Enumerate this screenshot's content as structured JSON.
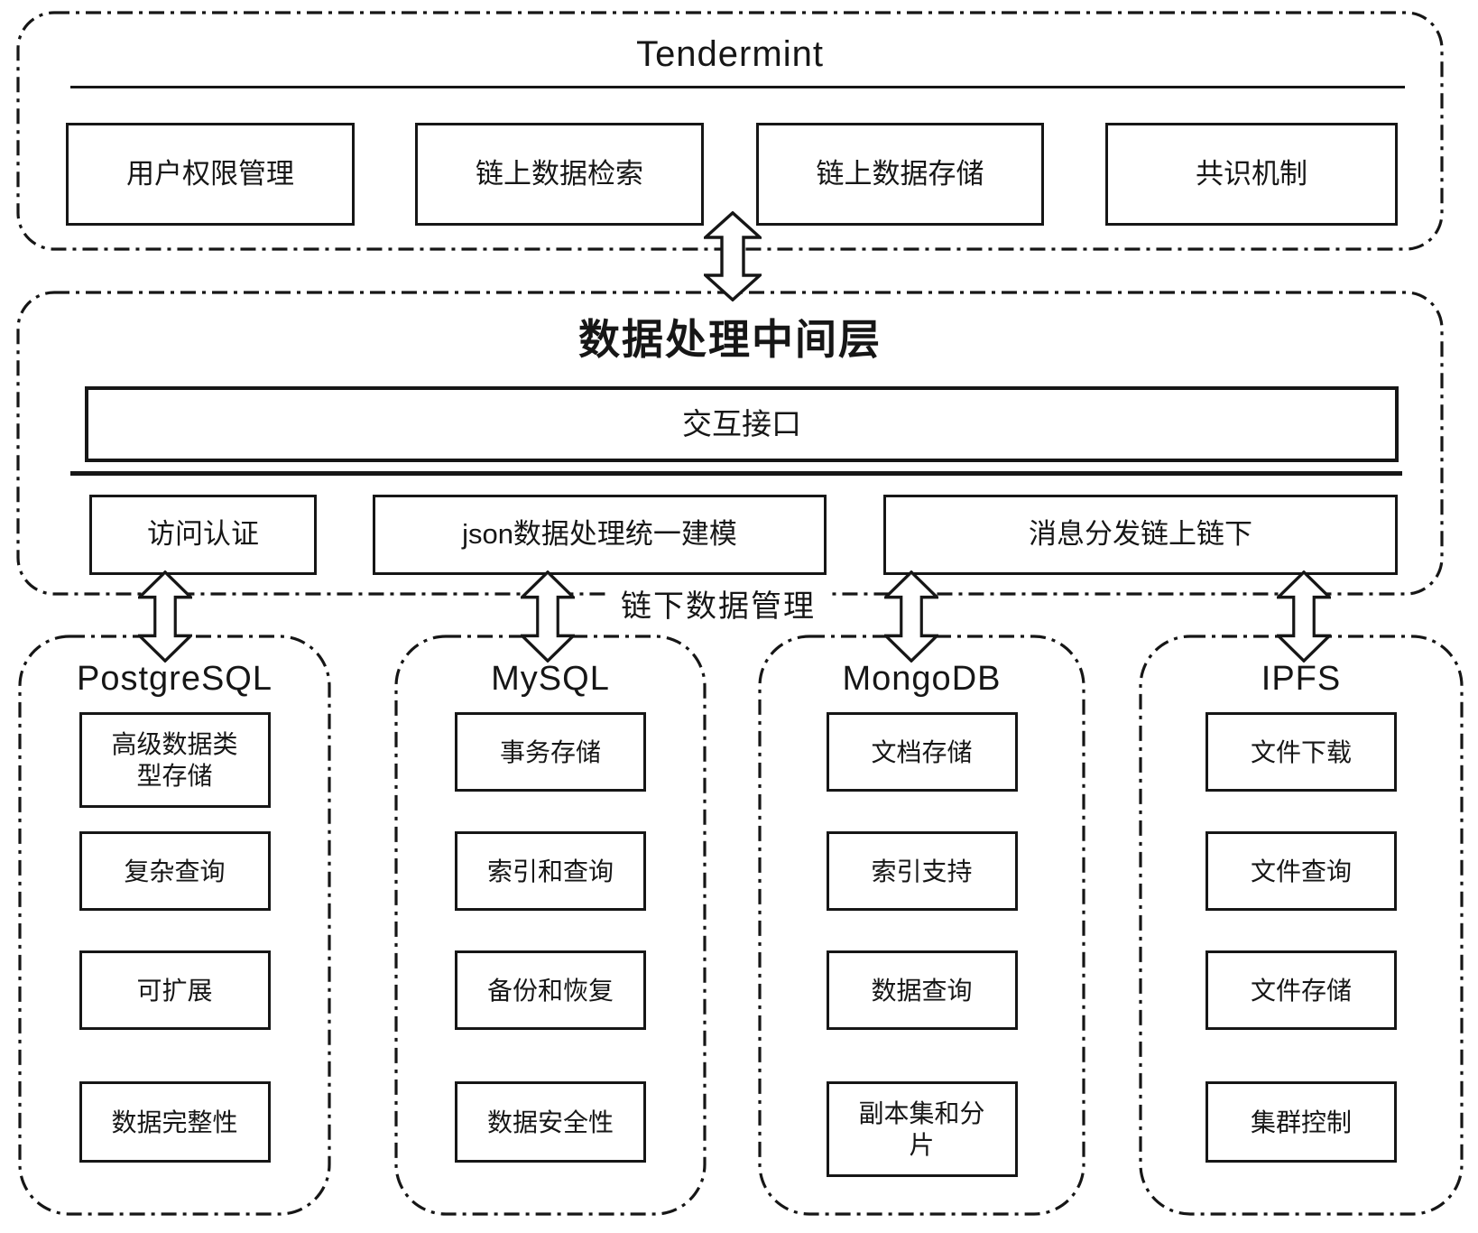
{
  "colors": {
    "ink": "#161616",
    "background": "#ffffff"
  },
  "tendermint_layer": {
    "title": "Tendermint",
    "boxes": [
      "用户权限管理",
      "链上数据检索",
      "链上数据存储",
      "共识机制"
    ]
  },
  "middleware_layer": {
    "title": "数据处理中间层",
    "interface_label": "交互接口",
    "boxes": [
      "访问认证",
      "json数据处理统一建模",
      "消息分发链上链下"
    ]
  },
  "offchain_label": "链下数据管理",
  "storage_columns": [
    {
      "title": "PostgreSQL",
      "boxes": [
        "高级数据类\n型存储",
        "复杂查询",
        "可扩展",
        "数据完整性"
      ]
    },
    {
      "title": "MySQL",
      "boxes": [
        "事务存储",
        "索引和查询",
        "备份和恢复",
        "数据安全性"
      ]
    },
    {
      "title": "MongoDB",
      "boxes": [
        "文档存储",
        "索引支持",
        "数据查询",
        "副本集和分\n片"
      ]
    },
    {
      "title": "IPFS",
      "boxes": [
        "文件下载",
        "文件查询",
        "文件存储",
        "集群控制"
      ]
    }
  ]
}
